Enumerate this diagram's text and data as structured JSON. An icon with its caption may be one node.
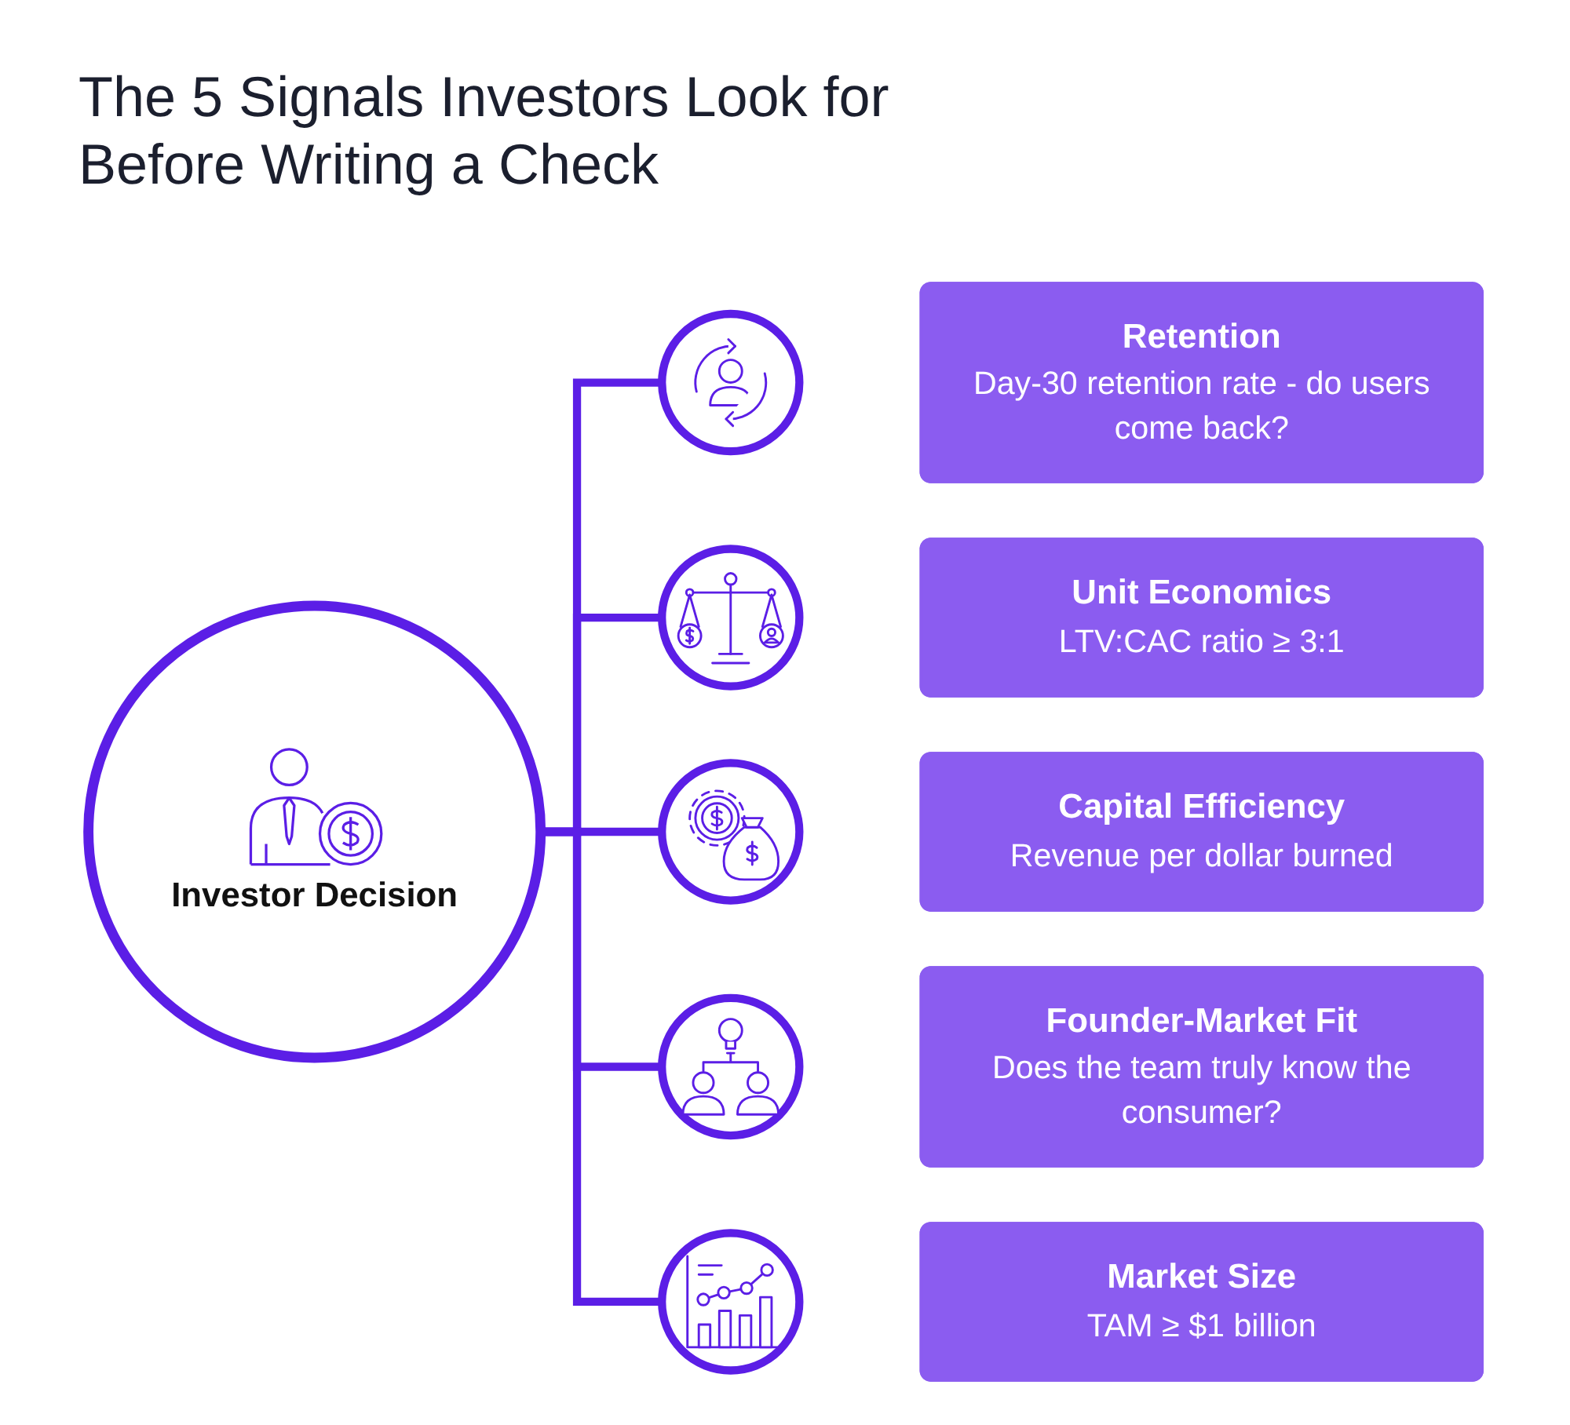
{
  "diagram": {
    "title": "The 5 Signals Investors Look for Before Writing a Check",
    "nodes": [
      {
        "text": [
          "Investor Decision"
        ]
      },
      {
        "text": [],
        "shape": "circle"
      },
      {
        "text": [
          "Retention",
          "Day-30 retention rate - do users come back?"
        ]
      },
      {
        "text": [],
        "shape": "circle"
      },
      {
        "text": [
          "Unit Economics",
          "LTV:CAC ratio ≥ 3:1"
        ]
      },
      {
        "text": [],
        "shape": "circle"
      },
      {
        "text": [
          "Capital Efficiency",
          "Revenue per dollar burned"
        ]
      },
      {
        "text": [],
        "shape": "circle"
      },
      {
        "text": [
          "Founder-Market Fit",
          "Does the team truly know the consumer?"
        ]
      },
      {
        "text": [],
        "shape": "circle"
      },
      {
        "text": [
          "Market Size",
          "TAM ≥ $1 billion"
        ]
      }
    ],
    "edges": [
      {
        "from": 0,
        "to": 1,
        "arrow": "none"
      },
      {
        "from": 0,
        "to": 3,
        "arrow": "none"
      },
      {
        "from": 0,
        "to": 5,
        "arrow": "none"
      },
      {
        "from": 0,
        "to": 7,
        "arrow": "none"
      },
      {
        "from": 0,
        "to": 9,
        "arrow": "none"
      }
    ]
  }
}
